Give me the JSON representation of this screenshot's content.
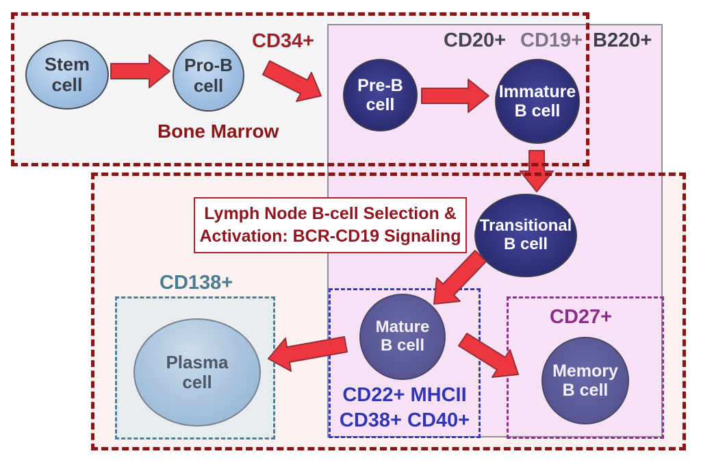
{
  "colors": {
    "region_border": "#8b1414",
    "bone_marrow_fill": "#f4f3f6",
    "lymph_node_fill": "#faf1f0",
    "pink_panel_fill": "#f6e2f4",
    "arrow_red": "#ee3640",
    "navy_cell": "#32327c",
    "slate_cell": "#5b5896",
    "light_blue_cell": "#a9c6e6",
    "teal_marker": "#4a7c92",
    "blue_marker": "#3134b4",
    "purple_marker": "#8e2a8a"
  },
  "regions": {
    "bone_marrow_label": "Bone Marrow",
    "lymph_title_line1": "Lymph Node B-cell Selection &",
    "lymph_title_line2": "Activation: BCR-CD19 Signaling"
  },
  "markers": {
    "cd34": "CD34+",
    "cd20": "CD20+",
    "cd19": "CD19+",
    "b220": "B220+",
    "cd138": "CD138+",
    "cd27": "CD27+",
    "mature_line1": "CD22+ MHCII",
    "mature_line2": "CD38+ CD40+"
  },
  "cells": {
    "stem": {
      "line1": "Stem",
      "line2": "cell"
    },
    "pro_b": {
      "line1": "Pro-B",
      "line2": "cell"
    },
    "pre_b": {
      "line1": "Pre-B",
      "line2": "cell"
    },
    "immature": {
      "line1": "Immature",
      "line2": "B cell"
    },
    "transitional": {
      "line1": "Transitional",
      "line2": "B cell"
    },
    "mature": {
      "line1": "Mature",
      "line2": "B cell"
    },
    "plasma": {
      "line1": "Plasma",
      "line2": "cell"
    },
    "memory": {
      "line1": "Memory",
      "line2": "B cell"
    }
  },
  "arrows": [
    {
      "name": "stem-to-pro-b"
    },
    {
      "name": "pro-b-to-pre-b"
    },
    {
      "name": "pre-b-to-immature"
    },
    {
      "name": "immature-to-transitional"
    },
    {
      "name": "transitional-to-mature"
    },
    {
      "name": "mature-to-plasma"
    },
    {
      "name": "mature-to-memory"
    }
  ]
}
